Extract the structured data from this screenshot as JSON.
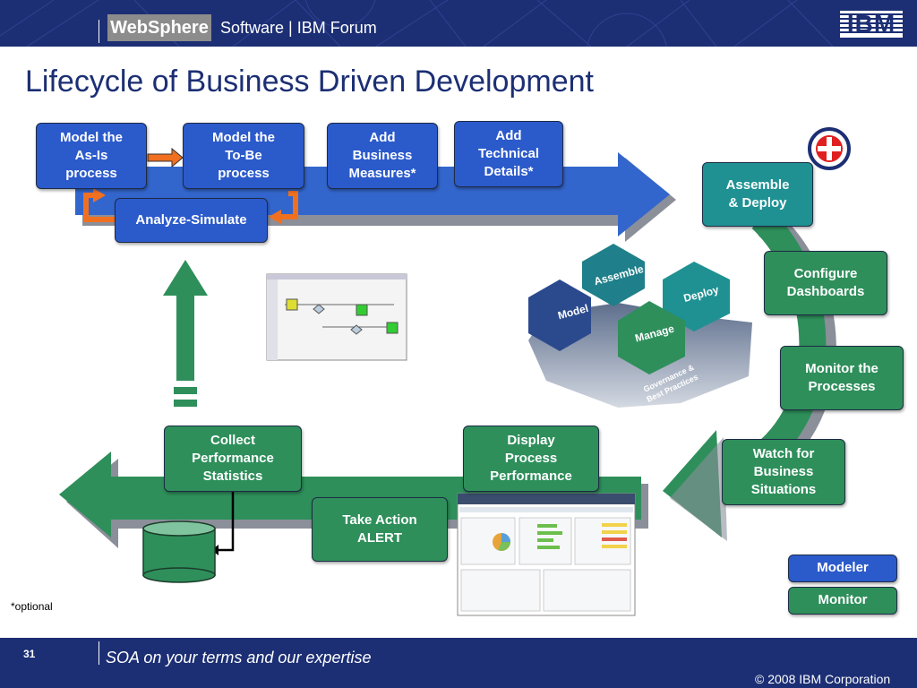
{
  "header": {
    "logo_text": "WebSphere",
    "subtitle": "Software | IBM Forum",
    "brand_logo": "IBM"
  },
  "title": "Lifecycle of Business Driven Development",
  "model_phase": {
    "model_as_is": "Model the\nAs-Is\nprocess",
    "model_to_be": "Model the\nTo-Be\nprocess",
    "add_measures": "Add\nBusiness\nMeasures*",
    "add_technical": "Add\nTechnical\nDetails*",
    "analyze_simulate": "Analyze-Simulate"
  },
  "deploy_phase": {
    "assemble_deploy": "Assemble\n& Deploy",
    "configure_dashboards": "Configure\nDashboards",
    "monitor_processes": "Monitor the\nProcesses",
    "watch_situations": "Watch for\nBusiness\nSituations"
  },
  "monitor_phase": {
    "display_performance": "Display\nProcess\nPerformance",
    "collect_statistics": "Collect\nPerformance\nStatistics",
    "take_action": "Take Action\nALERT"
  },
  "hexagons": {
    "assemble": "Assemble",
    "deploy": "Deploy",
    "model": "Model",
    "manage": "Manage",
    "governance_line1": "Governance &",
    "governance_line2": "Best Practices"
  },
  "legend": {
    "modeler": "Modeler",
    "monitor": "Monitor"
  },
  "footnote": "*optional",
  "footer": {
    "page_number": "31",
    "tagline": "SOA on your terms and our expertise",
    "copyright": "© 2008 IBM Corporation"
  },
  "colors": {
    "header_bg": "#1c2f74",
    "modeler_blue": "#2b5acb",
    "monitor_green": "#2e8f5b",
    "deploy_teal": "#1f9193",
    "connector_orange": "#f07020"
  },
  "icons": {
    "ibm_logo": "ibm-logo",
    "tool_icon": "red-cross-target-icon",
    "database": "database-cylinder-icon"
  }
}
